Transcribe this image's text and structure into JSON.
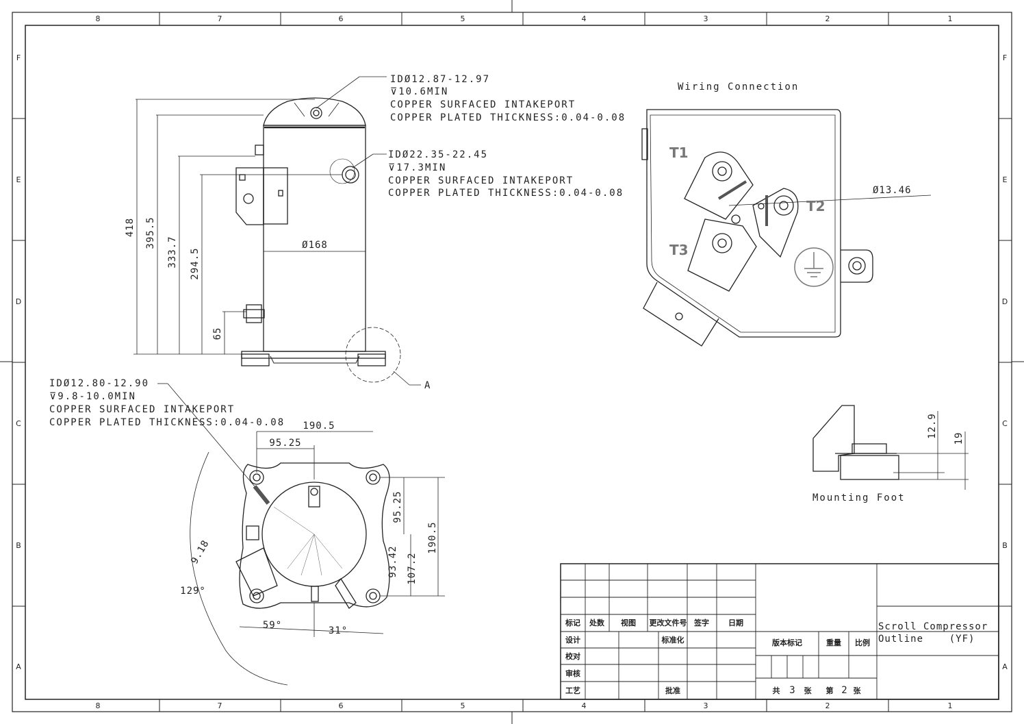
{
  "zones": {
    "columns": [
      "8",
      "7",
      "6",
      "5",
      "4",
      "3",
      "2",
      "1"
    ],
    "rows": [
      "F",
      "E",
      "D",
      "C",
      "B",
      "A"
    ]
  },
  "front_view": {
    "top_port_note": [
      "IDØ12.87-12.97",
      "⊽10.6MIN",
      "COPPER SURFACED INTAKEPORT",
      "COPPER PLATED THICKNESS:0.04-0.08"
    ],
    "side_port_note": [
      "IDØ22.35-22.45",
      "⊽17.3MIN",
      "COPPER SURFACED INTAKEPORT",
      "COPPER PLATED THICKNESS:0.04-0.08"
    ],
    "dims": {
      "h418": "418",
      "h395": "395.5",
      "h333": "333.7",
      "h294": "294.5",
      "h65": "65",
      "dia168": "Ø168"
    },
    "detail_label": "A"
  },
  "bottom_view": {
    "port_note": [
      "IDØ12.80-12.90",
      "⊽9.8-10.0MIN",
      "COPPER SURFACED INTAKEPORT",
      "COPPER PLATED THICKNESS:0.04-0.08"
    ],
    "dims": {
      "w190": "190.5",
      "w95": "95.25",
      "v95": "95.25",
      "v190": "190.5",
      "v93": "93.42",
      "v107": "107.2",
      "d9": "9.18",
      "a129": "129°",
      "a59": "59°",
      "a31": "31°"
    }
  },
  "wiring": {
    "title": "Wiring Connection",
    "terminals": [
      "T1",
      "T2",
      "T3"
    ],
    "hole_dim": "Ø13.46"
  },
  "mounting": {
    "title": "Mounting Foot",
    "dims": {
      "d129": "12.9",
      "d19": "19"
    }
  },
  "title_block": {
    "header_labels": [
      "标记",
      "处数",
      "视图",
      "更改文件号",
      "签字",
      "日期"
    ],
    "row_labels": [
      "设计",
      "校对",
      "审核",
      "工艺"
    ],
    "std_label": "标准化",
    "approve_label": "批准",
    "version_label": "版本标记",
    "weight_label": "重量",
    "scale_label": "比例",
    "drawing_title_1": "Scroll Compressor",
    "drawing_title_2": "Outline    (YF)",
    "sheet_total_prefix": "共",
    "sheet_total": "3",
    "sheet_total_suffix": "张",
    "sheet_no_prefix": "第",
    "sheet_no": "2",
    "sheet_no_suffix": "张"
  },
  "colors": {
    "line": "#222222",
    "accent": "#777777"
  }
}
